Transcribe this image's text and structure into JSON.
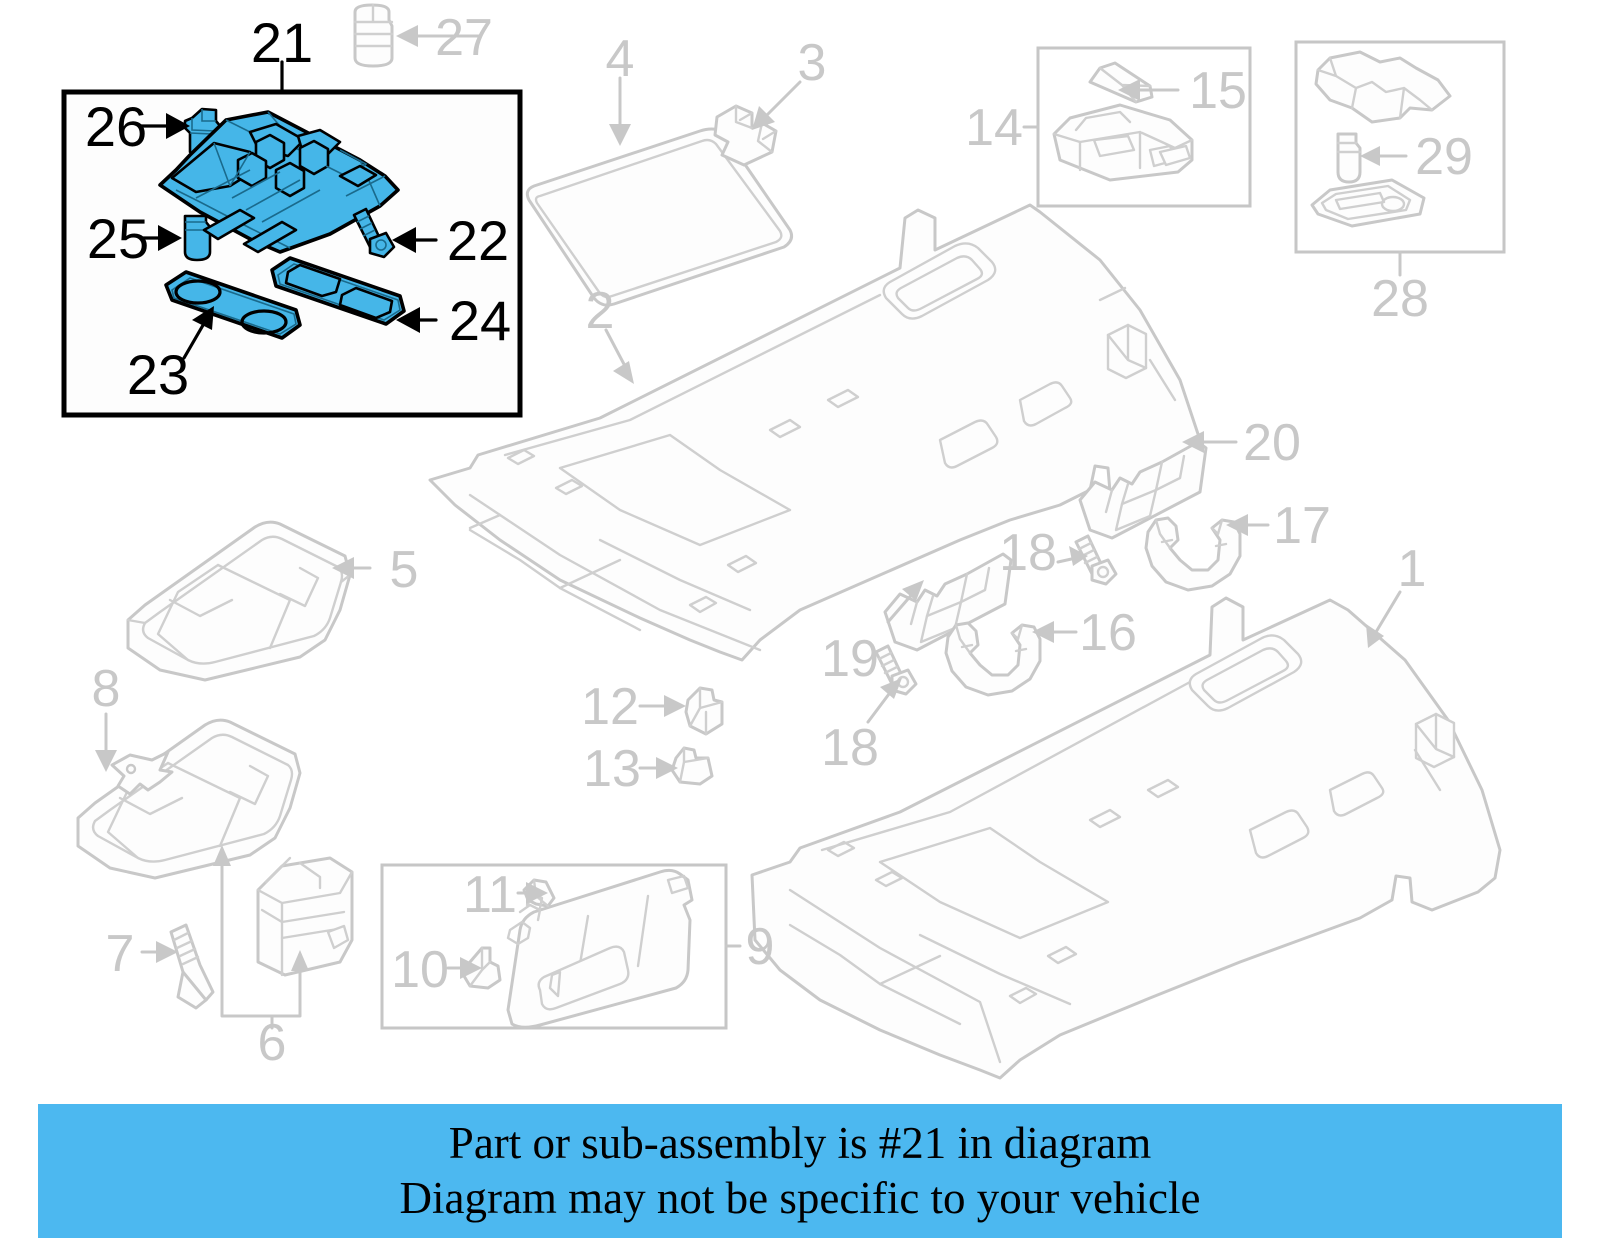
{
  "diagram": {
    "title": "Overhead console / headliner exploded parts diagram",
    "highlight_color": "#45b6e8",
    "line_color": "#c8c8c8",
    "highlighted_part_number": "21",
    "callouts": [
      {
        "id": "1",
        "label": "1",
        "style": "gray",
        "desc": "headliner-rear-panel"
      },
      {
        "id": "2",
        "label": "2",
        "style": "gray",
        "desc": "headliner-front-panel"
      },
      {
        "id": "3",
        "label": "3",
        "style": "gray",
        "desc": "clip-bracket"
      },
      {
        "id": "4",
        "label": "4",
        "style": "gray",
        "desc": "sunroof-sunshade-panel"
      },
      {
        "id": "5",
        "label": "5",
        "style": "gray",
        "desc": "console-tray-upper"
      },
      {
        "id": "6",
        "label": "6",
        "style": "gray",
        "desc": "console-assembly-bracket"
      },
      {
        "id": "7",
        "label": "7",
        "style": "gray",
        "desc": "console-screw"
      },
      {
        "id": "8",
        "label": "8",
        "style": "gray",
        "desc": "console-clip"
      },
      {
        "id": "9",
        "label": "9",
        "style": "gray",
        "desc": "sun-visor-assembly"
      },
      {
        "id": "10",
        "label": "10",
        "style": "gray",
        "desc": "visor-support-hook"
      },
      {
        "id": "11",
        "label": "11",
        "style": "gray",
        "desc": "visor-clip"
      },
      {
        "id": "12",
        "label": "12",
        "style": "gray",
        "desc": "headliner-retainer-clip"
      },
      {
        "id": "13",
        "label": "13",
        "style": "gray",
        "desc": "headliner-plug-clip"
      },
      {
        "id": "14",
        "label": "14",
        "style": "gray",
        "desc": "map-lamp-assembly-box"
      },
      {
        "id": "15",
        "label": "15",
        "style": "gray",
        "desc": "map-lamp-lens"
      },
      {
        "id": "16",
        "label": "16",
        "style": "gray",
        "desc": "assist-grip-rear"
      },
      {
        "id": "17",
        "label": "17",
        "style": "gray",
        "desc": "assist-grip-front"
      },
      {
        "id": "18",
        "label": "18",
        "style": "gray",
        "desc": "assist-grip-screw"
      },
      {
        "id": "19",
        "label": "19",
        "style": "gray",
        "desc": "grip-cover-cap"
      },
      {
        "id": "20",
        "label": "20",
        "style": "gray",
        "desc": "grip-cover-trim"
      },
      {
        "id": "21",
        "label": "21",
        "style": "black",
        "desc": "overhead-console-assembly"
      },
      {
        "id": "22",
        "label": "22",
        "style": "black",
        "desc": "console-mounting-screw"
      },
      {
        "id": "23",
        "label": "23",
        "style": "black",
        "desc": "dome-lamp-lens"
      },
      {
        "id": "24",
        "label": "24",
        "style": "black",
        "desc": "console-switch-panel"
      },
      {
        "id": "25",
        "label": "25",
        "style": "black",
        "desc": "console-bulb"
      },
      {
        "id": "26",
        "label": "26",
        "style": "black",
        "desc": "console-socket"
      },
      {
        "id": "27",
        "label": "27",
        "style": "gray",
        "desc": "lamp-bulb-socket"
      },
      {
        "id": "28",
        "label": "28",
        "style": "gray",
        "desc": "room-lamp-assembly-box"
      },
      {
        "id": "29",
        "label": "29",
        "style": "gray",
        "desc": "room-lamp-bulb"
      }
    ]
  },
  "banner": {
    "line1": "Part or sub-assembly is #21 in diagram",
    "line2": "Diagram may not be specific to your vehicle",
    "background_color": "#4cb8f0"
  }
}
